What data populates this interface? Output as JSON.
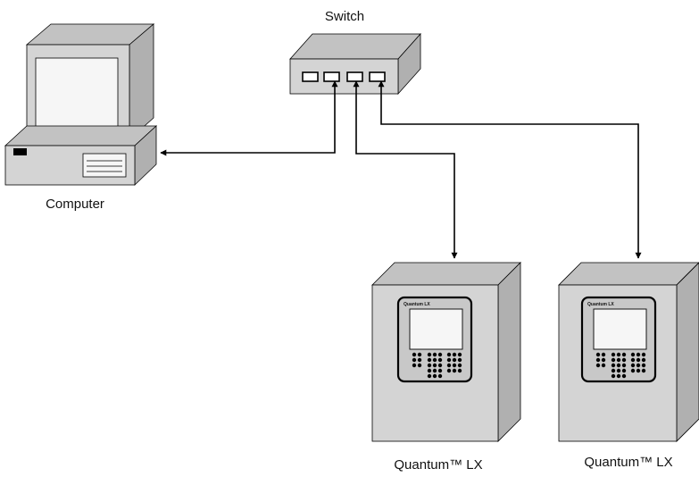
{
  "labels": {
    "switch": "Switch",
    "computer": "Computer",
    "unit_left": "Quantum™ LX",
    "unit_right": "Quantum™ LX"
  },
  "panel_brand": "Quantum LX",
  "colors": {
    "device_face": "#d4d4d4",
    "device_top": "#c2c2c2",
    "device_side": "#b0b0b0",
    "screen": "#f6f6f6",
    "stroke": "#000000",
    "background": "#ffffff"
  },
  "nodes": [
    {
      "id": "switch",
      "icon": "network-switch-icon"
    },
    {
      "id": "computer",
      "icon": "desktop-computer-icon"
    },
    {
      "id": "unit_left",
      "icon": "quantum-lx-unit-icon"
    },
    {
      "id": "unit_right",
      "icon": "quantum-lx-unit-icon"
    }
  ],
  "connections": [
    {
      "from": "switch",
      "to": "computer",
      "port": 2
    },
    {
      "from": "switch",
      "to": "unit_left",
      "port": 3
    },
    {
      "from": "switch",
      "to": "unit_right",
      "port": 4
    }
  ]
}
